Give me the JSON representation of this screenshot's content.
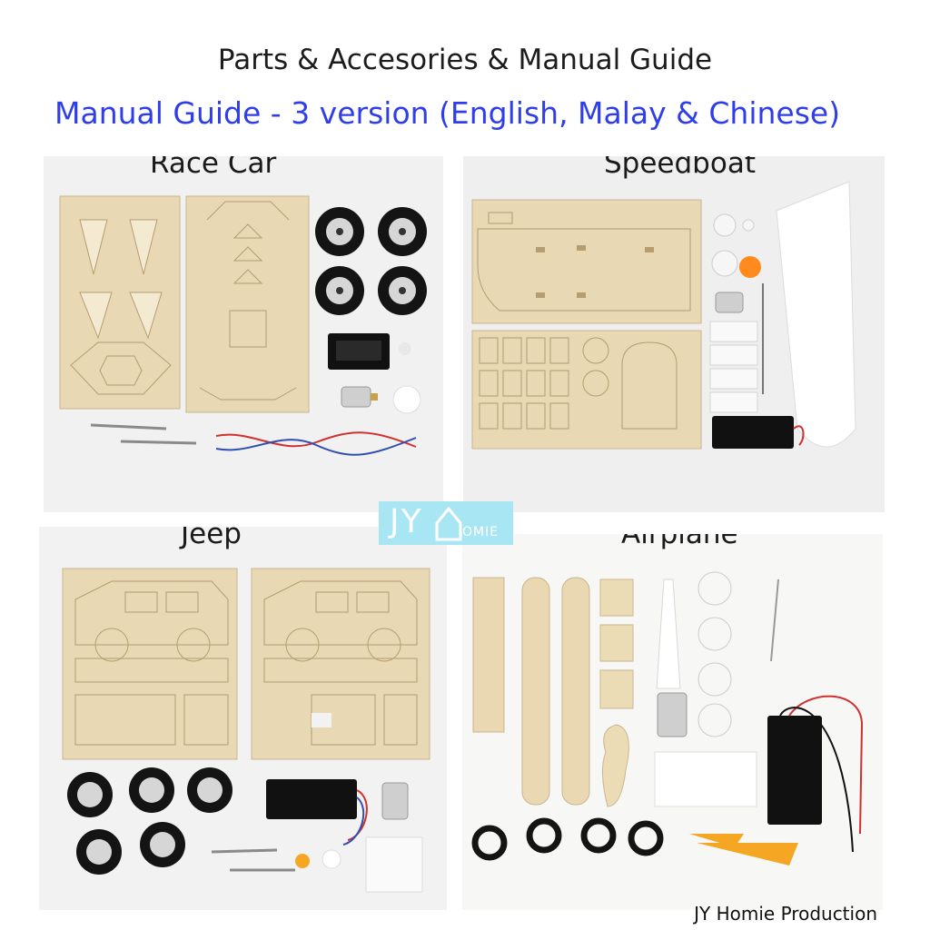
{
  "header": {
    "title": "Parts & Accesories & Manual Guide",
    "subtitle": "Manual Guide - 3 version (English, Malay & Chinese)"
  },
  "panels": [
    {
      "label": "Race Car"
    },
    {
      "label": "Speedboat"
    },
    {
      "label": "Jeep"
    },
    {
      "label": "Airplane"
    }
  ],
  "watermark": {
    "main": "JY",
    "sub": "OMIE"
  },
  "footer": {
    "credit": "JY Homie Production"
  },
  "colors": {
    "subtitle": "#2f3ee8",
    "wood": "#e8d8b4",
    "tire": "#141414",
    "rim": "#d6d6d6",
    "battery": "#111111",
    "propeller": "#f5a623"
  }
}
